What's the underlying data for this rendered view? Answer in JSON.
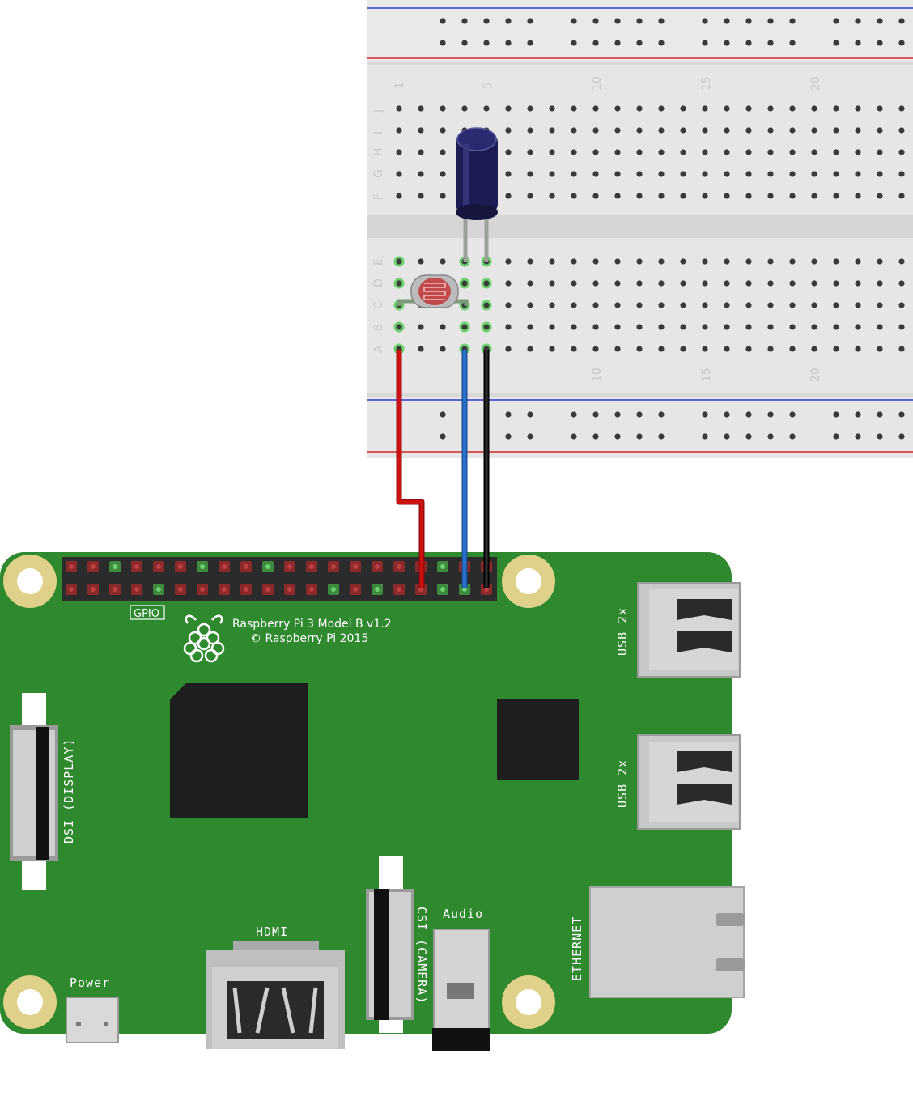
{
  "board": {
    "model": "Raspberry Pi 3 Model B v1.2",
    "copyright": "© Raspberry Pi 2015",
    "gpio_label": "GPIO",
    "dsi_label": "DSI (DISPLAY)",
    "csi_label": "CSI (CAMERA)",
    "usb1_label": "USB 2x",
    "usb2_label": "USB 2x",
    "ethernet_label": "ETHERNET",
    "hdmi_label": "HDMI",
    "audio_label": "Audio",
    "power_label": "Power",
    "board_color": "#2f8a2f"
  },
  "breadboard": {
    "top_numbers": [
      "1",
      "5",
      "10",
      "15",
      "20"
    ],
    "bottom_numbers": [
      "10",
      "15",
      "20"
    ],
    "top_rows": [
      "J",
      "I",
      "H",
      "G",
      "F"
    ],
    "bottom_rows": [
      "E",
      "D",
      "C",
      "B",
      "A"
    ]
  },
  "wires": {
    "colors": {
      "power": "#cc1111",
      "signal": "#2a6fc8",
      "ground": "#111111"
    }
  },
  "components": [
    "capacitor-icon",
    "photoresistor-icon"
  ]
}
